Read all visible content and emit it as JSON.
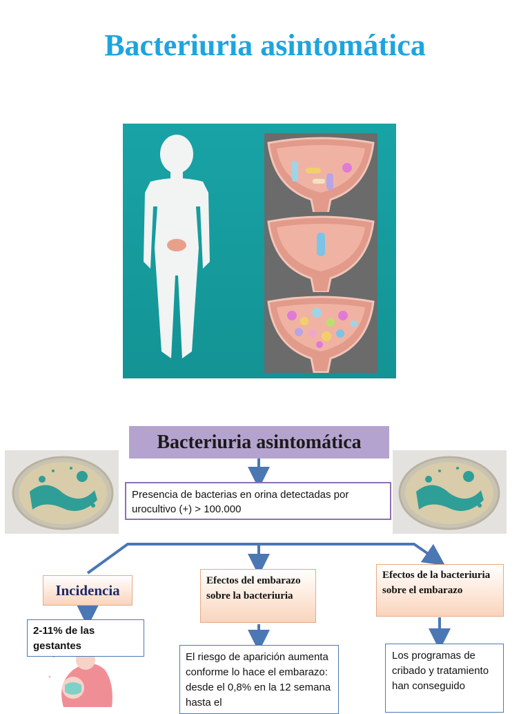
{
  "title": "Bacteriuria asintomática",
  "diagram": {
    "title": "Bacteriuria asintomática",
    "definition": "Presencia de bacterias en orina detectadas por urocultivo (+)  > 100.000",
    "incidence": {
      "heading": "Incidencia",
      "text": "2-11% de las gestantes"
    },
    "effects_pregnancy": {
      "heading": "Efectos del embarazo sobre la bacteriuria",
      "text": "El riesgo de aparición aumenta conforme lo hace el embarazo: desde el 0,8% en la 12 semana hasta el"
    },
    "effects_bacteriuria": {
      "heading": "Efectos de la bacteriuria sobre el embarazo",
      "text": "Los programas de cribado y tratamiento han conseguido"
    }
  },
  "colors": {
    "title": "#1ea4df",
    "hero_background": "#139394",
    "title_box": "#b5a3cf",
    "definition_border": "#8c6fb3",
    "connector": "#4b77b4",
    "node_fill": "#f9d4bd"
  },
  "icons": [
    "human-silhouette-icon",
    "bladder-icon",
    "petri-dish-icon",
    "pregnant-woman-icon"
  ]
}
